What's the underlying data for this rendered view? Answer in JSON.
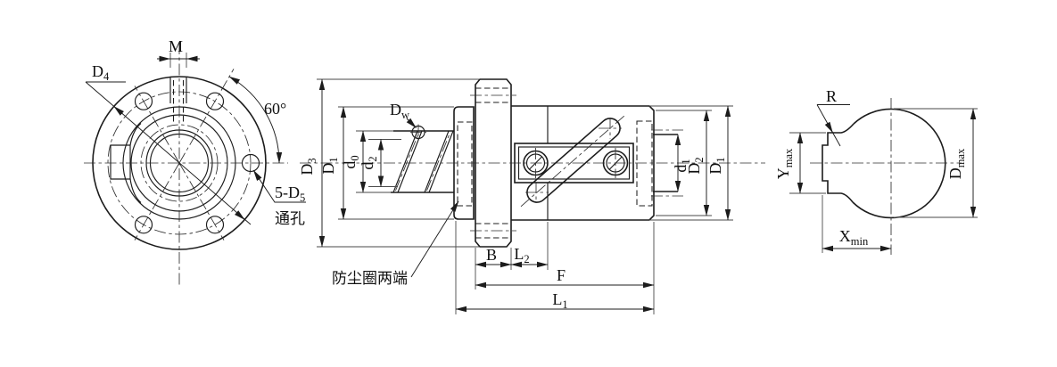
{
  "drawing": {
    "background": "#ffffff",
    "line_color": "#1c1c1c",
    "front_view": {
      "m": {
        "base": "M"
      },
      "d4": {
        "base": "D",
        "sub": "4"
      },
      "angle": {
        "text": "60°"
      },
      "hole_callout": {
        "base": "5-D",
        "sub": "5",
        "note": "通孔"
      }
    },
    "section_view": {
      "d3": {
        "base": "D",
        "sub": "3"
      },
      "d1_left": {
        "base": "D",
        "sub": "1"
      },
      "d0": {
        "base": "d",
        "sub": "0"
      },
      "d2": {
        "base": "d",
        "sub": "2"
      },
      "dw": {
        "base": "D",
        "sub": "w"
      },
      "dust_seal_note": {
        "text": "防尘圈两端"
      },
      "b": {
        "base": "B"
      },
      "l2": {
        "base": "L",
        "sub": "2"
      },
      "f": {
        "base": "F"
      },
      "l1": {
        "base": "L",
        "sub": "1"
      },
      "d1_small": {
        "base": "d",
        "sub": "1"
      },
      "d2_right": {
        "base": "D",
        "sub": "2"
      },
      "d1_right": {
        "base": "D",
        "sub": "1"
      }
    },
    "end_view": {
      "r": {
        "base": "R"
      },
      "y_max": {
        "base": "Y",
        "sub": "max"
      },
      "x_min": {
        "base": "X",
        "sub": "min"
      },
      "d_max": {
        "base": "D",
        "sub": "max"
      }
    }
  }
}
